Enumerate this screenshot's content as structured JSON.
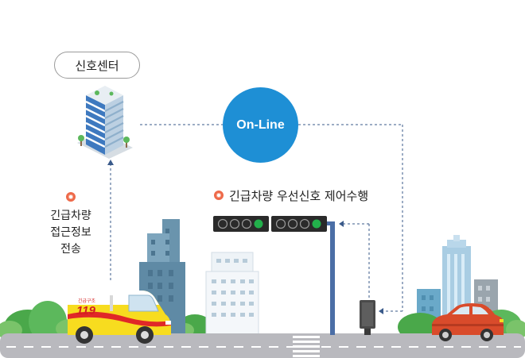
{
  "signal_center": {
    "label": "신호센터"
  },
  "online": {
    "label": "On-Line"
  },
  "emergency_info": {
    "lines": [
      "긴급차량",
      "접근정보",
      "전송"
    ]
  },
  "priority_signal": {
    "label": "긴급차량 우선신호 제어수행"
  },
  "ambulance": {
    "text_small": "긴급구조",
    "text_number": "119"
  },
  "colors": {
    "online_circle": "#1e8fd5",
    "marker_ring": "#ee6a4a",
    "signal_green": "#22b04b",
    "road": "#b9b9be",
    "dashed_line": "#3a5a8a",
    "ambulance_body": "#f7dc1f",
    "ambulance_stripe": "#e02828",
    "car": "#d94b2b",
    "bush": "#4aa84a"
  }
}
